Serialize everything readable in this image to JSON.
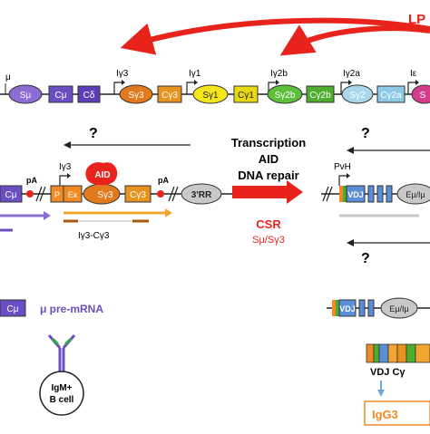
{
  "top": {
    "corner_label": "LP",
    "mu_fragment": "μ",
    "promoters": [
      "Iγ3",
      "Iγ1",
      "Iγ2b",
      "Iγ2a",
      "Iε"
    ],
    "locus": [
      {
        "label": "Sμ",
        "color": "#8c6bd4"
      },
      {
        "label": "Cμ",
        "color": "#6a4fc4"
      },
      {
        "label": "Cδ",
        "color": "#5c3fb8"
      },
      {
        "label": "Sγ3",
        "color": "#e07a1c"
      },
      {
        "label": "Cγ3",
        "color": "#e8921f"
      },
      {
        "label": "Sγ1",
        "color": "#f5e61a"
      },
      {
        "label": "Cγ1",
        "color": "#e8d812"
      },
      {
        "label": "Sγ2b",
        "color": "#5cc03a"
      },
      {
        "label": "Cγ2b",
        "color": "#4cae2c"
      },
      {
        "label": "Sγ2",
        "color": "#a9d8ee"
      },
      {
        "label": "Cγ2a",
        "color": "#8ccbe8"
      },
      {
        "label": "S",
        "color": "#d63c8c"
      }
    ]
  },
  "middle": {
    "question": "?",
    "cmu": "Cμ",
    "pA": "pA",
    "igamma3": "Iγ3",
    "aid_bubble": "AID",
    "p_box": "P",
    "ex_box": "Ex",
    "sg3": "Sγ3",
    "cg3": "Cγ3",
    "rr": "3'RR",
    "transcript_label": "Iγ3-Cγ3",
    "center_lines": [
      "Transcription",
      "AID",
      "DNA repair"
    ],
    "csr": "CSR",
    "csr_sub": "Sμ/Sγ3",
    "pvh": "PvH",
    "vdj": "VDJ",
    "emu": "Eμ/Iμ"
  },
  "bottom": {
    "cmu": "Cμ",
    "pre_mrna": "μ pre-mRNA",
    "cell_line1": "IgM+",
    "cell_line2": "B cell",
    "vdj": "VDJ",
    "emu": "Eμ/Iμ",
    "vdj_cg": "VDJ Cγ",
    "igg3": "IgG3"
  }
}
